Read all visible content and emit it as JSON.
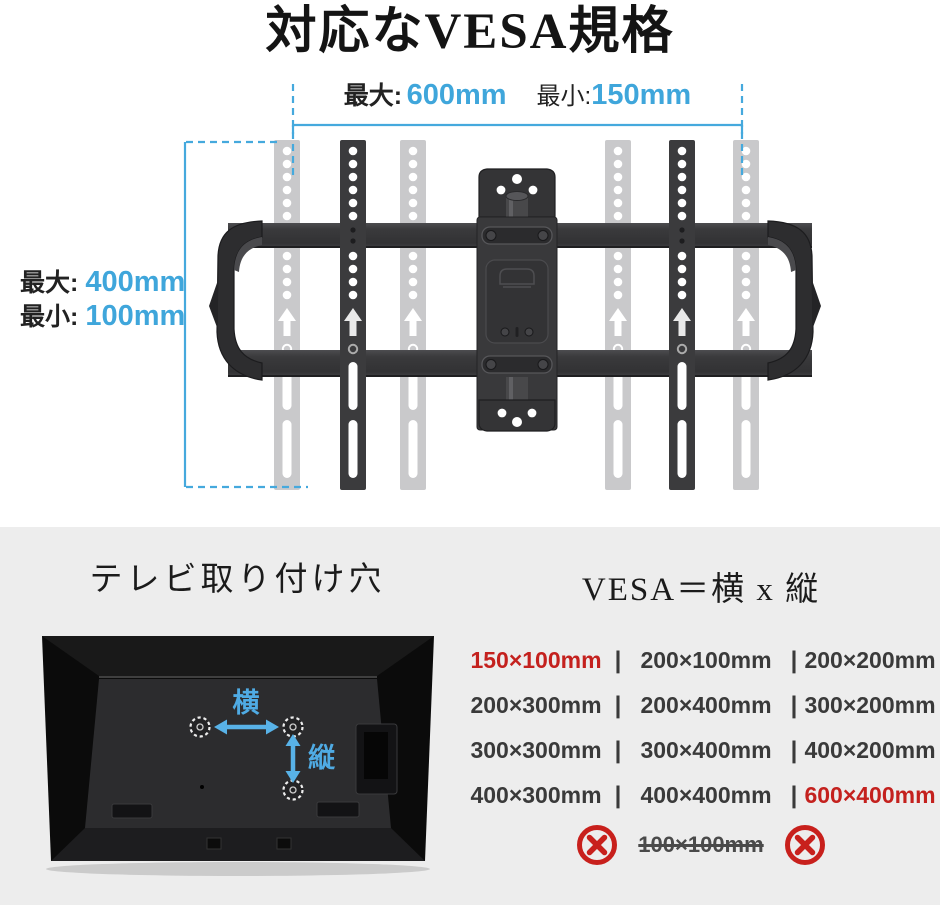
{
  "title": "対応なVESA規格",
  "diagram": {
    "width_max_label": "最大:",
    "width_max_value": "600mm",
    "width_min_label": "最小:",
    "width_min_value": "150mm",
    "height_max_label": "最大:",
    "height_max_value": "400mm",
    "height_min_label": "最小:",
    "height_min_value": "100mm"
  },
  "holes_section": {
    "header": "テレビ取り付け穴",
    "horizontal_label": "横",
    "vertical_label": "縦"
  },
  "vesa_section": {
    "header": "VESA＝横 x 縦",
    "separator": "|",
    "rows": [
      [
        "150×100mm",
        "200×100mm",
        "200×200mm"
      ],
      [
        "200×300mm",
        "200×400mm",
        "300×200mm"
      ],
      [
        "300×300mm",
        "300×400mm",
        "400×200mm"
      ],
      [
        "400×300mm",
        "400×400mm",
        "600×400mm"
      ]
    ],
    "unsupported": "100×100mm"
  },
  "colors": {
    "accent_blue": "#3fa6db",
    "arrow_blue": "#58b2e7",
    "alert_red": "#c4211e",
    "body_text": "#3a3a3a",
    "section_background": "#ededed",
    "mount_dark": "#39393b",
    "bracket_light": "#c9c9cb"
  }
}
